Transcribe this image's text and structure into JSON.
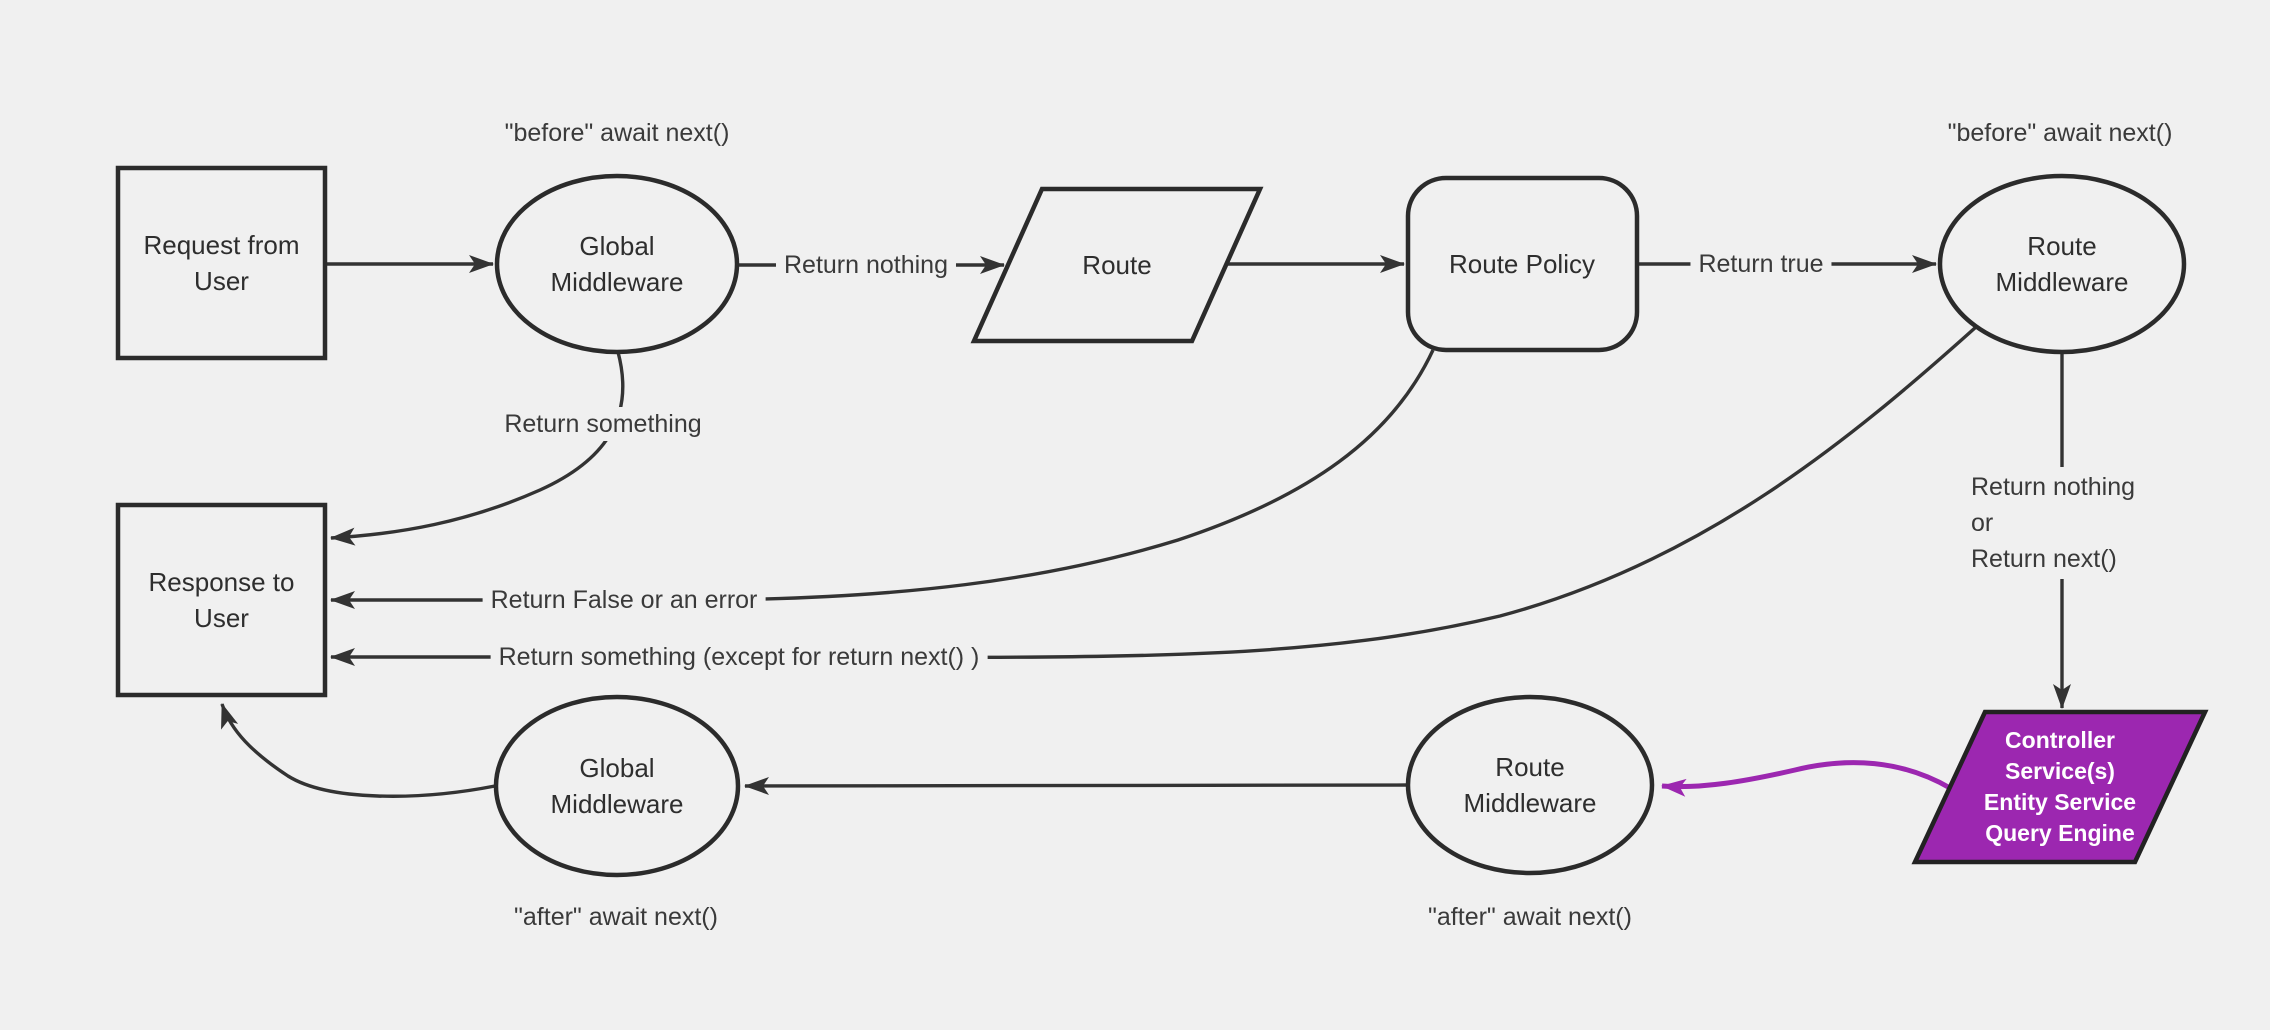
{
  "diagram": {
    "title": "middleware-request-flow-diagram",
    "colors": {
      "background": "#f0f0f0",
      "node_stroke": "#2b2b2b",
      "edge_stroke": "#333333",
      "node_text": "#2e2e2e",
      "edge_text": "#3a3a3a",
      "accent_purple_fill": "#9c27b0",
      "accent_purple_edge": "#9c27b0",
      "accent_text": "#ffffff"
    }
  },
  "nodes": {
    "request": {
      "label": "Request from User",
      "shape": "rectangle"
    },
    "response": {
      "label": "Response to User",
      "shape": "rectangle"
    },
    "global_middleware_top": {
      "label": "Global Middleware",
      "shape": "ellipse"
    },
    "route": {
      "label": "Route",
      "shape": "parallelogram"
    },
    "route_policy": {
      "label": "Route Policy",
      "shape": "rounded-rectangle"
    },
    "route_middleware_top": {
      "label": "Route Middleware",
      "shape": "ellipse"
    },
    "route_middleware_bottom": {
      "label": "Route Middleware",
      "shape": "ellipse"
    },
    "global_middleware_bottom": {
      "label": "Global Middleware",
      "shape": "ellipse"
    },
    "controller": {
      "label": "Controller\nService(s)\nEntity Service\nQuery Engine",
      "shape": "parallelogram"
    }
  },
  "edge_labels": {
    "before_await_top_left": "\"before\" await next()",
    "before_await_top_right": "\"before\" await next()",
    "after_await_bottom_left": "\"after\" await next()",
    "after_await_bottom_right": "\"after\" await next()",
    "return_nothing": "Return nothing",
    "return_true": "Return true",
    "return_something": "Return something",
    "return_false_or_error": "Return False or an error",
    "return_something_except": "Return something (except for return next() )",
    "return_nothing_or_next": "Return nothing\nor\nReturn next()"
  }
}
